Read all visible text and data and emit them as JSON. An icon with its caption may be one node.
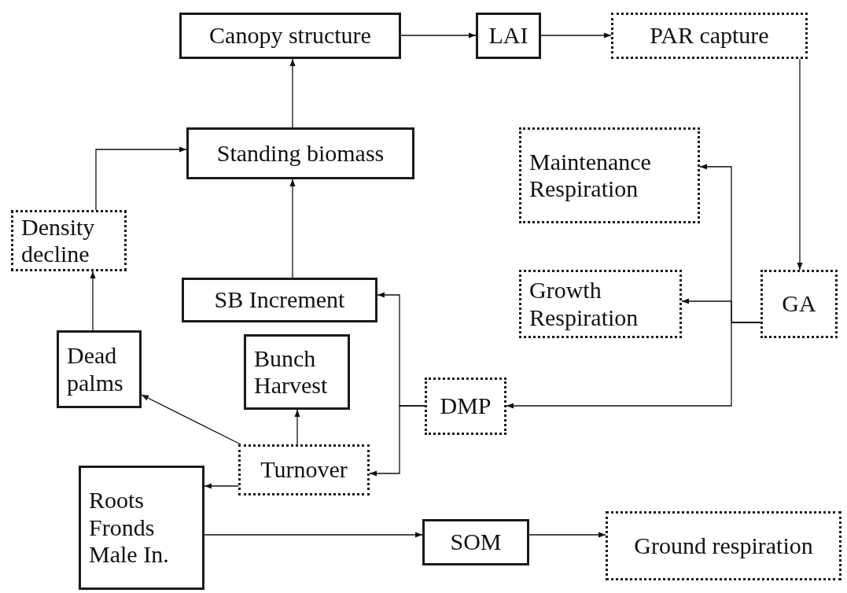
{
  "diagram": {
    "nodes": [
      {
        "text": [
          "Canopy structure"
        ]
      },
      {
        "text": [
          "LAI"
        ]
      },
      {
        "text": [
          "PAR capture"
        ]
      },
      {
        "text": [
          "Standing biomass"
        ]
      },
      {
        "text": [
          "Maintenance Respiration"
        ]
      },
      {
        "text": [
          "Density decline"
        ]
      },
      {
        "text": [
          "SB Increment"
        ]
      },
      {
        "text": [
          "Growth Respiration"
        ]
      },
      {
        "text": [
          "GA"
        ]
      },
      {
        "text": [
          "Dead palms"
        ]
      },
      {
        "text": [
          "Bunch Harvest"
        ]
      },
      {
        "text": [
          "DMP"
        ]
      },
      {
        "text": [
          "Turnover"
        ]
      },
      {
        "text": [
          "Roots Fronds Male In."
        ]
      },
      {
        "text": [
          "SOM"
        ]
      },
      {
        "text": [
          "Ground respiration"
        ]
      }
    ],
    "edges": [
      {
        "from": 0,
        "to": 1,
        "arrow": "to"
      },
      {
        "from": 1,
        "to": 2,
        "arrow": "to"
      },
      {
        "from": 2,
        "to": 8,
        "arrow": "to"
      },
      {
        "from": 3,
        "to": 0,
        "arrow": "to"
      },
      {
        "from": 5,
        "to": 3,
        "arrow": "to"
      },
      {
        "from": 6,
        "to": 3,
        "arrow": "to"
      },
      {
        "from": 8,
        "to": 4,
        "arrow": "to"
      },
      {
        "from": 8,
        "to": 7,
        "arrow": "to"
      },
      {
        "from": 8,
        "to": 11,
        "arrow": "to"
      },
      {
        "from": 11,
        "to": 6,
        "arrow": "to"
      },
      {
        "from": 11,
        "to": 12,
        "arrow": "to"
      },
      {
        "from": 12,
        "to": 10,
        "arrow": "to"
      },
      {
        "from": 12,
        "to": 9,
        "arrow": "to"
      },
      {
        "from": 9,
        "to": 5,
        "arrow": "to"
      },
      {
        "from": 12,
        "to": 13,
        "arrow": "to"
      },
      {
        "from": 13,
        "to": 14,
        "arrow": "to"
      },
      {
        "from": 14,
        "to": 15,
        "arrow": "to"
      }
    ]
  }
}
